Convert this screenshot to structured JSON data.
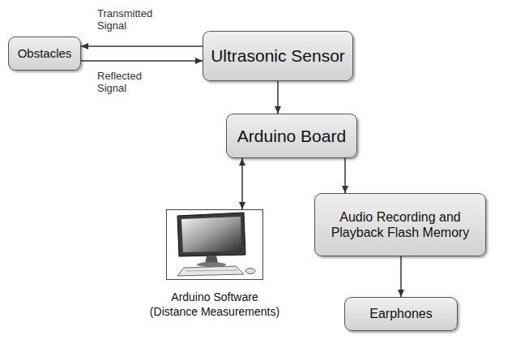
{
  "diagram": {
    "nodes": [
      {
        "text": [
          "Obstacles"
        ]
      },
      {
        "text": [
          "Ultrasonic Sensor"
        ]
      },
      {
        "text": [
          "Arduino Board"
        ]
      },
      {
        "text": [
          "Arduino Software (Distance Measurements)"
        ]
      },
      {
        "text": [
          "Audio Recording and Playback Flash Memory"
        ]
      },
      {
        "text": [
          "Earphones"
        ]
      }
    ],
    "edges": [
      {
        "from": 1,
        "to": 0,
        "arrow": "to",
        "label": "Transmitted Signal"
      },
      {
        "from": 0,
        "to": 1,
        "arrow": "to",
        "label": "Reflected Signal"
      },
      {
        "from": 1,
        "to": 2,
        "arrow": "to"
      },
      {
        "from": 2,
        "to": 3,
        "arrow": "both"
      },
      {
        "from": 2,
        "to": 4,
        "arrow": "to"
      },
      {
        "from": 4,
        "to": 5,
        "arrow": "to"
      }
    ]
  }
}
